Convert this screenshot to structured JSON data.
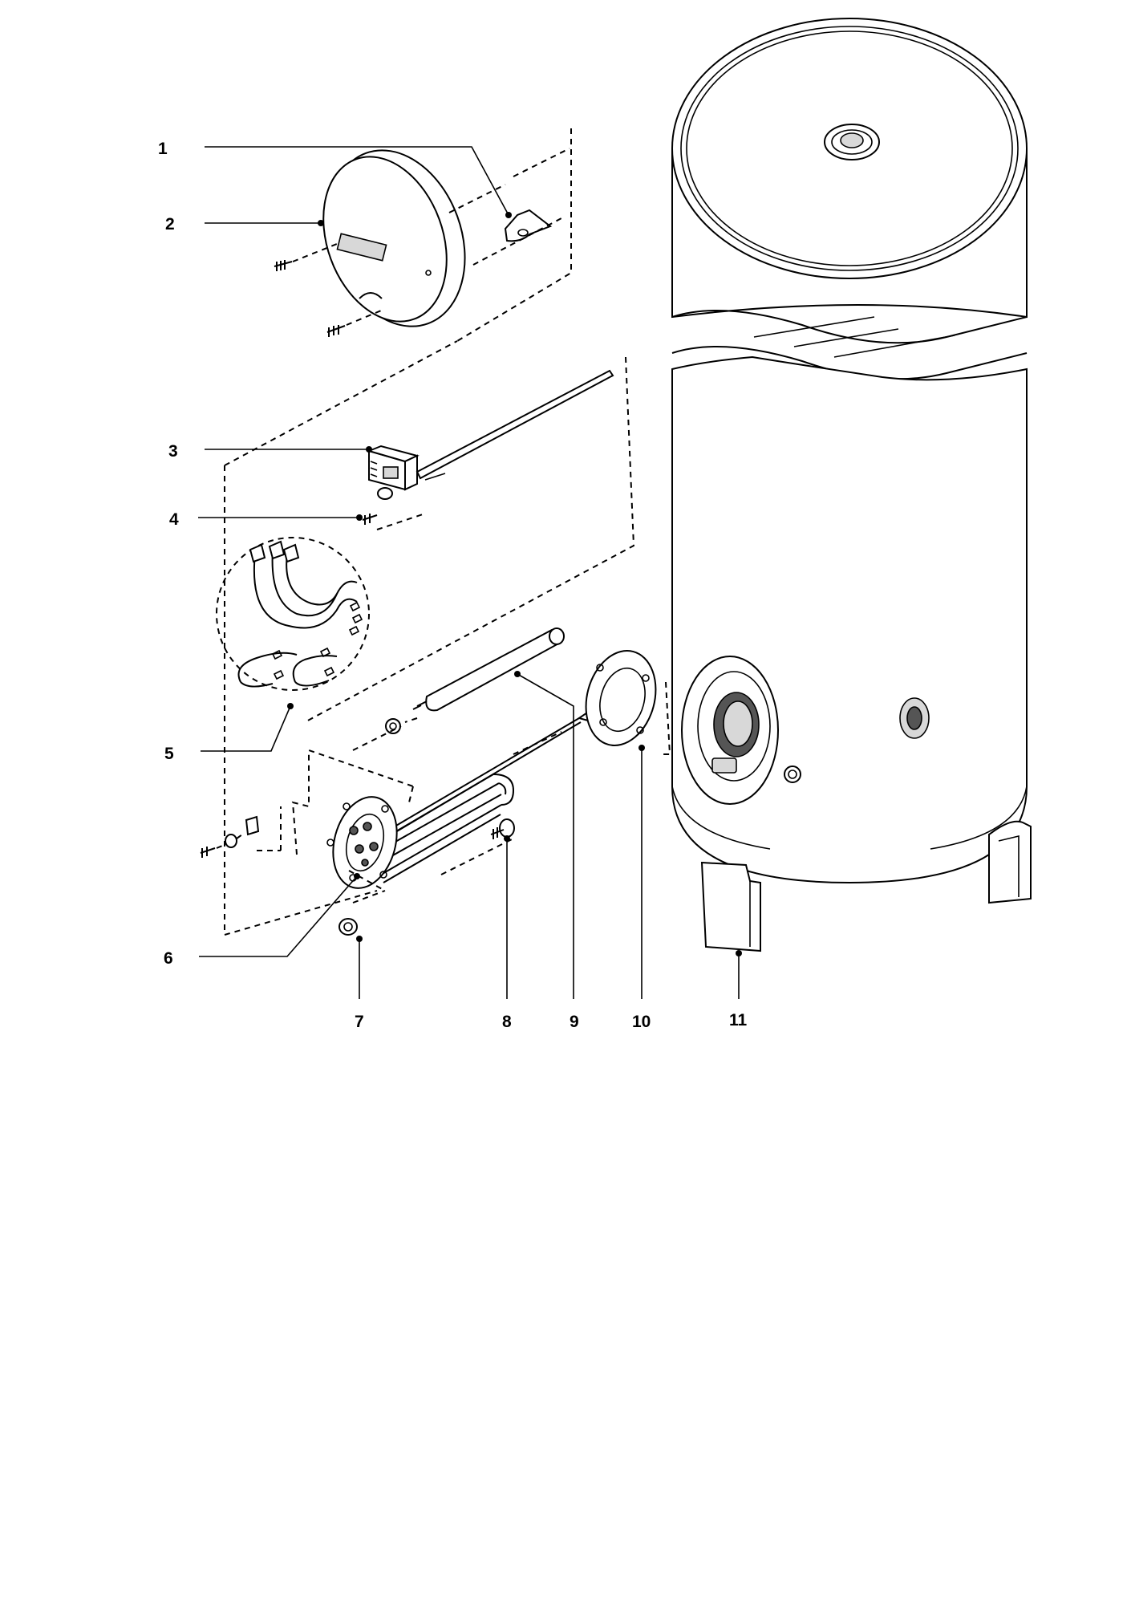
{
  "labels": {
    "l1": "1",
    "l2": "2",
    "l3": "3",
    "l4": "4",
    "l5": "5",
    "l6": "6",
    "l7": "7",
    "l8": "8",
    "l9": "9",
    "l10": "10",
    "l11": "11"
  },
  "icons": {
    "tank": "water-heater-tank",
    "cover": "round-cover-cap",
    "thermostat": "thermostat-with-probe",
    "wires": "wiring-harness",
    "heater": "immersion-heating-element",
    "anode": "anode-rod",
    "gasket": "flange-gasket",
    "foot": "support-foot"
  }
}
